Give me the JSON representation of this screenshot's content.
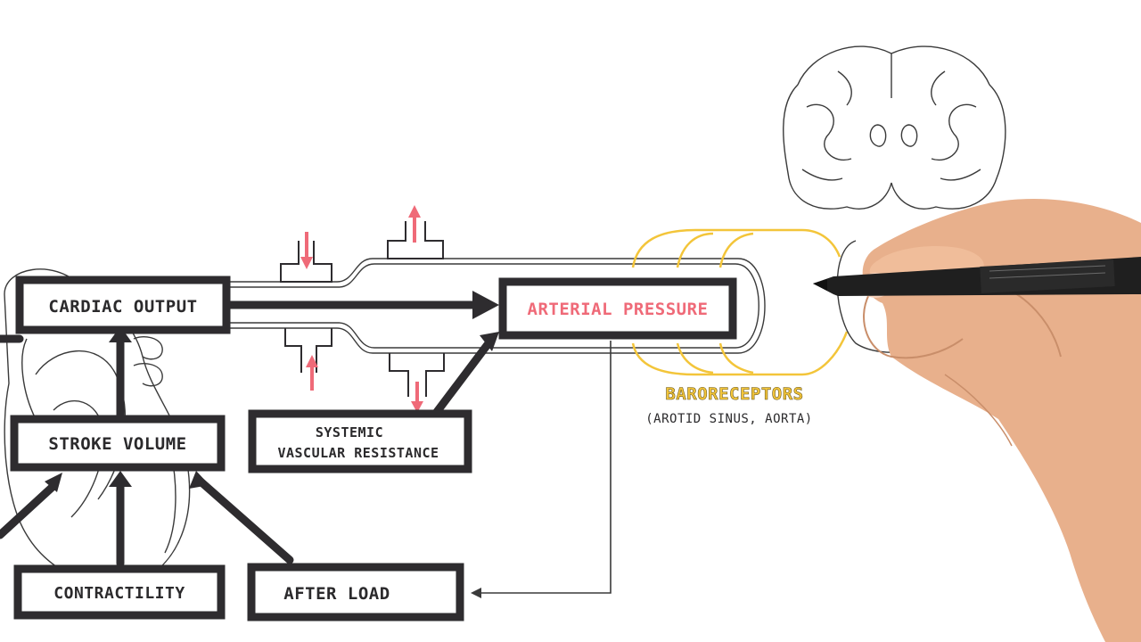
{
  "nodes": {
    "cardiac_output": "CARDIAC OUTPUT",
    "arterial_pressure": "ARTERIAL PRESSURE",
    "stroke_volume": "STROKE VOLUME",
    "svr_line1": "SYSTEMIC",
    "svr_line2": "VASCULAR RESISTANCE",
    "contractility": "CONTRACTILITY",
    "afterload": "AFTER LOAD"
  },
  "baroreceptors": {
    "title": "BARORECEPTORS",
    "subtitle": "(AROTID SINUS, AORTA)"
  },
  "colors": {
    "box_stroke": "#2e2c2f",
    "accent_pink": "#ef6a78",
    "baroreceptor_yellow": "#f3c53a",
    "skin": "#e8b08c"
  },
  "icons": [
    "brain-icon",
    "heart-icon",
    "marker-pen-icon",
    "hand-icon",
    "arrow-up-icon",
    "arrow-down-icon"
  ]
}
